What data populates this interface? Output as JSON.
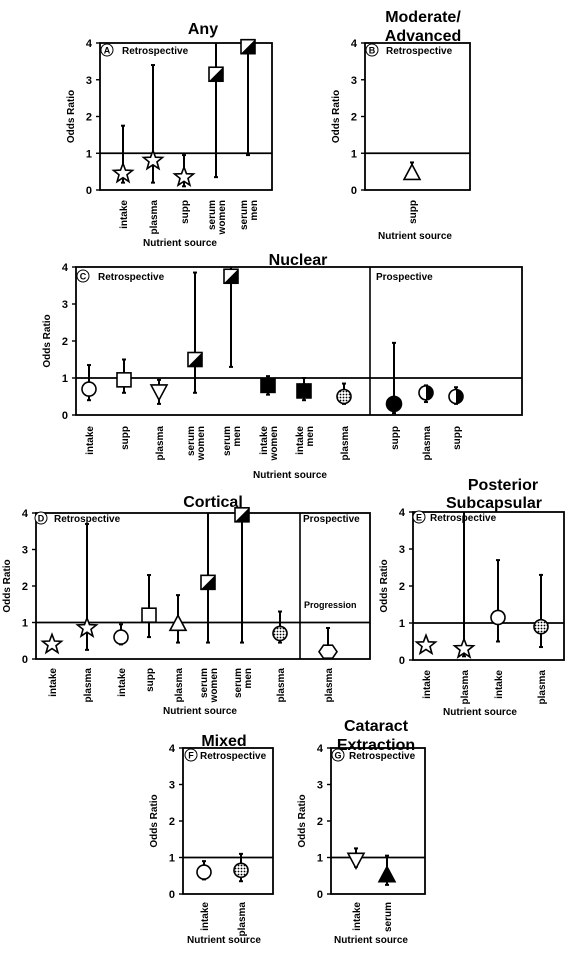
{
  "chart_data": [
    {
      "panel": "A",
      "type": "scatter",
      "title": "Any",
      "section_labels": [
        "Retrospective"
      ],
      "ylabel": "Odds Ratio",
      "xlabel": "Nutrient source",
      "ylim": [
        0,
        4
      ],
      "yticks": [
        "0",
        "1",
        "2",
        "3",
        "4"
      ],
      "reference_line": 1,
      "points": [
        {
          "category": "intake",
          "or": 0.45,
          "low": 0.2,
          "high": 1.75,
          "marker": "star"
        },
        {
          "category": "plasma",
          "or": 0.8,
          "low": 0.2,
          "high": 3.4,
          "marker": "star"
        },
        {
          "category": "supp",
          "or": 0.35,
          "low": 0.1,
          "high": 0.95,
          "marker": "star"
        },
        {
          "category": "serum women",
          "or": 3.15,
          "low": 0.35,
          "high": 4.0,
          "marker": "square-half"
        },
        {
          "category": "serum men",
          "or": 3.9,
          "low": 0.95,
          "high": 4.0,
          "marker": "square-half"
        }
      ]
    },
    {
      "panel": "B",
      "type": "scatter",
      "title": "Moderate/ Advanced",
      "section_labels": [
        "Retrospective"
      ],
      "ylabel": "Odds Ratio",
      "xlabel": "Nutrient source",
      "ylim": [
        0,
        4
      ],
      "yticks": [
        "0",
        "1",
        "2",
        "3",
        "4"
      ],
      "reference_line": 1,
      "points": [
        {
          "category": "supp",
          "or": 0.45,
          "low": 0.3,
          "high": 0.75,
          "marker": "triangle-up"
        }
      ]
    },
    {
      "panel": "C",
      "type": "scatter",
      "title": "Nuclear",
      "section_labels": [
        "Retrospective",
        "Prospective"
      ],
      "ylabel": "Odds Ratio",
      "xlabel": "Nutrient source",
      "ylim": [
        0,
        4
      ],
      "yticks": [
        "0",
        "1",
        "2",
        "3",
        "4"
      ],
      "reference_line": 1,
      "points": [
        {
          "category": "intake",
          "or": 0.7,
          "low": 0.4,
          "high": 1.35,
          "marker": "circle"
        },
        {
          "category": "supp",
          "or": 0.95,
          "low": 0.6,
          "high": 1.5,
          "marker": "square"
        },
        {
          "category": "plasma",
          "or": 0.65,
          "low": 0.3,
          "high": 0.95,
          "marker": "triangle-down"
        },
        {
          "category": "serum women",
          "or": 1.5,
          "low": 0.6,
          "high": 3.85,
          "marker": "square-half"
        },
        {
          "category": "serum men",
          "or": 3.75,
          "low": 1.3,
          "high": 4.0,
          "marker": "square-half"
        },
        {
          "category": "intake women",
          "or": 0.8,
          "low": 0.55,
          "high": 1.05,
          "marker": "square-filled"
        },
        {
          "category": "intake men",
          "or": 0.65,
          "low": 0.4,
          "high": 1.0,
          "marker": "square-filled"
        },
        {
          "category": "plasma",
          "or": 0.5,
          "low": 0.3,
          "high": 0.85,
          "marker": "circle-dotted"
        },
        {
          "category": "supp",
          "or": 0.3,
          "low": 0.05,
          "high": 1.95,
          "marker": "circle-filled"
        },
        {
          "category": "plasma",
          "or": 0.6,
          "low": 0.35,
          "high": 0.8,
          "marker": "circle-half"
        },
        {
          "category": "supp",
          "or": 0.5,
          "low": 0.3,
          "high": 0.75,
          "marker": "circle-half"
        }
      ]
    },
    {
      "panel": "D",
      "type": "scatter",
      "title": "Cortical",
      "section_labels": [
        "Retrospective",
        "Prospective",
        "Progression"
      ],
      "ylabel": "Odds Ratio",
      "xlabel": "Nutrient source",
      "ylim": [
        0,
        4
      ],
      "yticks": [
        "0",
        "1",
        "2",
        "3",
        "4"
      ],
      "reference_line": 1,
      "points": [
        {
          "category": "intake",
          "or": 0.4,
          "low": 0.4,
          "high": 0.4,
          "marker": "star"
        },
        {
          "category": "plasma",
          "or": 0.85,
          "low": 0.25,
          "high": 3.7,
          "marker": "star"
        },
        {
          "category": "intake",
          "or": 0.6,
          "low": 0.4,
          "high": 0.95,
          "marker": "circle"
        },
        {
          "category": "supp",
          "or": 1.2,
          "low": 0.6,
          "high": 2.3,
          "marker": "square"
        },
        {
          "category": "plasma",
          "or": 0.95,
          "low": 0.45,
          "high": 1.75,
          "marker": "triangle-up"
        },
        {
          "category": "serum women",
          "or": 2.1,
          "low": 0.45,
          "high": 4.0,
          "marker": "square-half"
        },
        {
          "category": "serum men",
          "or": 3.95,
          "low": 0.45,
          "high": 4.0,
          "marker": "square-half"
        },
        {
          "category": "plasma",
          "or": 0.7,
          "low": 0.45,
          "high": 1.3,
          "marker": "circle-dotted"
        },
        {
          "category": "plasma",
          "or": 0.2,
          "low": 0.05,
          "high": 0.85,
          "marker": "hexagon"
        }
      ]
    },
    {
      "panel": "E",
      "type": "scatter",
      "title": "Posterior Subcapsular",
      "section_labels": [
        "Retrospective"
      ],
      "ylabel": "Odds Ratio",
      "xlabel": "Nutrient source",
      "ylim": [
        0,
        4
      ],
      "yticks": [
        "0",
        "1",
        "2",
        "3",
        "4"
      ],
      "reference_line": 1,
      "points": [
        {
          "category": "intake",
          "or": 0.4,
          "low": 0.4,
          "high": 0.4,
          "marker": "star"
        },
        {
          "category": "plasma",
          "or": 0.3,
          "low": 0.1,
          "high": 4.0,
          "marker": "star"
        },
        {
          "category": "intake",
          "or": 1.15,
          "low": 0.5,
          "high": 2.7,
          "marker": "circle"
        },
        {
          "category": "plasma",
          "or": 0.9,
          "low": 0.35,
          "high": 2.3,
          "marker": "circle-dotted"
        }
      ]
    },
    {
      "panel": "F",
      "type": "scatter",
      "title": "Mixed",
      "section_labels": [
        "Retrospective"
      ],
      "ylabel": "Odds Ratio",
      "xlabel": "Nutrient source",
      "ylim": [
        0,
        4
      ],
      "yticks": [
        "0",
        "1",
        "2",
        "3",
        "4"
      ],
      "reference_line": 1,
      "points": [
        {
          "category": "intake",
          "or": 0.6,
          "low": 0.4,
          "high": 0.9,
          "marker": "circle"
        },
        {
          "category": "plasma",
          "or": 0.65,
          "low": 0.35,
          "high": 1.1,
          "marker": "circle-dotted"
        }
      ]
    },
    {
      "panel": "G",
      "type": "scatter",
      "title": "Cataract Extraction",
      "section_labels": [
        "Retrospective"
      ],
      "ylabel": "Odds Ratio",
      "xlabel": "Nutrient source",
      "ylim": [
        0,
        4
      ],
      "yticks": [
        "0",
        "1",
        "2",
        "3",
        "4"
      ],
      "reference_line": 1,
      "points": [
        {
          "category": "intake",
          "or": 0.95,
          "low": 0.75,
          "high": 1.25,
          "marker": "triangle-down"
        },
        {
          "category": "serum",
          "or": 0.5,
          "low": 0.25,
          "high": 1.05,
          "marker": "triangle-filled"
        }
      ]
    }
  ]
}
